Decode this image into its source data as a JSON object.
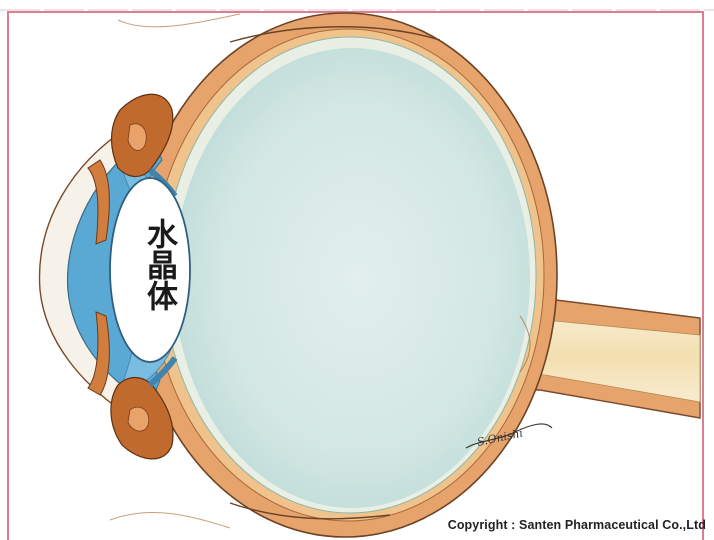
{
  "diagram": {
    "lens_label": "水晶体",
    "copyright": "Copyright : Santen Pharmaceutical Co.,Ltd",
    "signature": "S.Onishi"
  },
  "colors": {
    "frame": "#d87f92",
    "sclera": "#e6a46c",
    "vitreous": "#cfe5e2",
    "aqueous": "#5aa8d4",
    "lens": "#ffffff",
    "optic_nerve": "#f5e3b8"
  }
}
